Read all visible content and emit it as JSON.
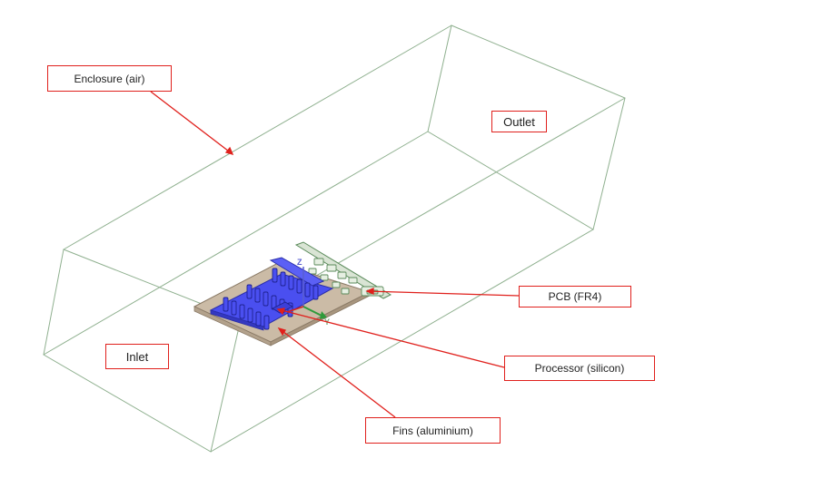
{
  "labels": {
    "enclosure": "Enclosure (air)",
    "outlet": "Outlet",
    "inlet": "Inlet",
    "pcb": "PCB (FR4)",
    "processor": "Processor (silicon)",
    "fins": "Fins (aluminium)"
  },
  "axes": {
    "z": "Z",
    "y": "Y"
  },
  "colors": {
    "enclosure_edge": "#8fb08f",
    "callout": "#e0201c",
    "pcb_fill": "#cbbba6",
    "fins_fill": "#4a4ff0",
    "component_outline": "#5a8a5a"
  }
}
